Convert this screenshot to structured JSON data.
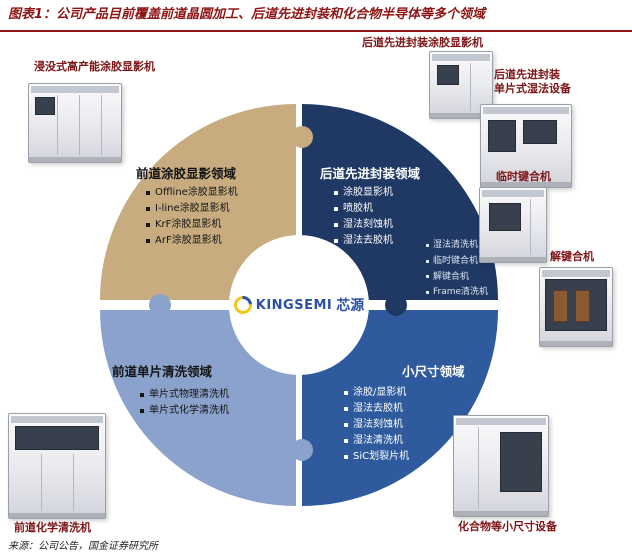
{
  "header": {
    "title": "图表1：公司产品目前覆盖前道晶圆加工、后道先进封装和化合物半导体等多个领域"
  },
  "footer": {
    "source": "来源：公司公告，国金证券研究所"
  },
  "logo": {
    "brand": "KINGSEMI",
    "brand_cn": "芯源"
  },
  "quadrants": {
    "front_coating": {
      "title": "前道涂胶显影领域",
      "items": [
        "Offline涂胶显影机",
        "I-line涂胶显影机",
        "KrF涂胶显影机",
        "ArF涂胶显影机"
      ]
    },
    "advanced_packaging": {
      "title": "后道先进封装领域",
      "items": [
        "涂胶显影机",
        "喷胶机",
        "湿法刻蚀机",
        "湿法去胶机"
      ],
      "sub_items": [
        "湿法清洗机",
        "临时键合机",
        "解键合机",
        "Frame清洗机"
      ]
    },
    "front_cleaning": {
      "title": "前道单片清洗领域",
      "items": [
        "单片式物理清洗机",
        "单片式化学清洗机"
      ]
    },
    "small_size": {
      "title": "小尺寸领域",
      "items": [
        "涂胶/显影机",
        "湿法去胶机",
        "湿法刻蚀机",
        "湿法清洗机",
        "SiC划裂片机"
      ]
    }
  },
  "equipment_labels": {
    "immersion_coater": "浸没式高产能涂胶显影机",
    "packaging_coater": "后道先进封装涂胶显影机",
    "packaging_wet": "后道先进封装\n单片式湿法设备",
    "temporary_bonder": "临时键合机",
    "debonder": "解键合机",
    "compound_small_size": "化合物等小尺寸设备",
    "front_chemical_cleaner": "前道化学清洗机"
  },
  "colors": {
    "title_red": "#8E1515",
    "label_red": "#7D1416",
    "tan": "#C8AC80",
    "navy": "#1F3864",
    "steel_blue": "#8BA3CC",
    "blue": "#2F5B9E",
    "logo_blue": "#2B50A5",
    "logo_yellow": "#F5C51B"
  }
}
